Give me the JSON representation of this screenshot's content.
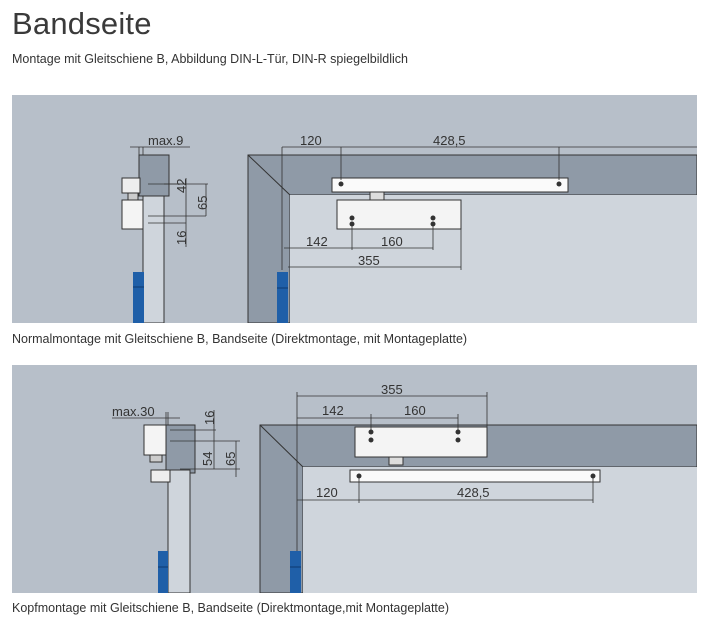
{
  "page": {
    "title": "Bandseite",
    "subtitle": "Montage mit Gleitschiene B, Abbildung DIN-L-Tür, DIN-R spiegelbildlich"
  },
  "figures": [
    {
      "caption": "Normalmontage mit Gleitschiene B, Bandseite (Direktmontage, mit Montageplatte)",
      "dims": {
        "max": "max.9",
        "d42": "42",
        "d65": "65",
        "d16": "16",
        "d120": "120",
        "d428": "428,5",
        "d142": "142",
        "d160": "160",
        "d355": "355"
      }
    },
    {
      "caption": "Kopfmontage mit Gleitschiene B, Bandseite (Direktmontage,mit Montageplatte)",
      "dims": {
        "max": "max.30",
        "d16": "16",
        "d54": "54",
        "d65": "65",
        "d355": "355",
        "d142": "142",
        "d160": "160",
        "d120": "120",
        "d428": "428,5"
      }
    }
  ],
  "colors": {
    "panel": "#b7bfc9",
    "frame": "#8f9aa7",
    "inner": "#cfd5dc",
    "hinge": "#1f5fa8"
  }
}
